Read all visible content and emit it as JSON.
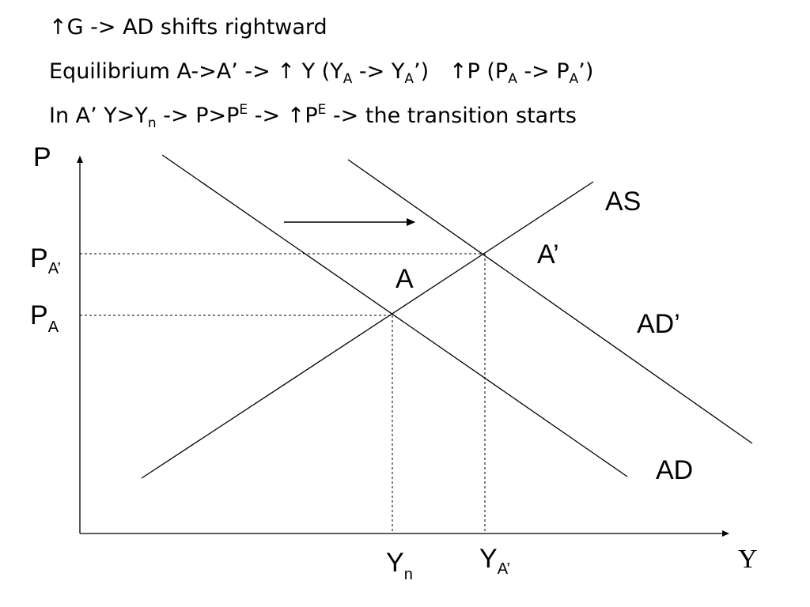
{
  "header": {
    "line1": {
      "arrow": "↑",
      "text": "G -> AD shifts rightward"
    },
    "line2": {
      "prefix": "Equilibrium A->A’ -> ",
      "arrow1": "↑",
      "y_open": " Y (Y",
      "y_sub1": "A",
      "y_mid": " -> Y",
      "y_sub2": "A",
      "y_close": "’)",
      "gap": "   ",
      "arrow2": "↑",
      "p_open": "P (P",
      "p_sub1": "A",
      "p_mid": " -> P",
      "p_sub2": "A",
      "p_close": "’)"
    },
    "line3": {
      "a": "In A’ Y>Y",
      "a_sub": "n",
      "b": " -> P>P",
      "b_sup": "E",
      "c": " -> ",
      "arrow": "↑",
      "d": "P",
      "d_sup": "E",
      "e": " -> the transition starts"
    }
  },
  "diagram": {
    "y_axis_label": "P",
    "x_axis_label": "Y",
    "price_A_prime": {
      "base": "P",
      "sub": "A’"
    },
    "price_A": {
      "base": "P",
      "sub": "A"
    },
    "output_n": {
      "base": "Y",
      "sub": "n"
    },
    "output_A_prime": {
      "base": "Y",
      "sub": "A’"
    },
    "curve_AS": "AS",
    "curve_AD": "AD",
    "curve_AD_prime": "AD’",
    "point_A": "A",
    "point_A_prime": "A’"
  }
}
